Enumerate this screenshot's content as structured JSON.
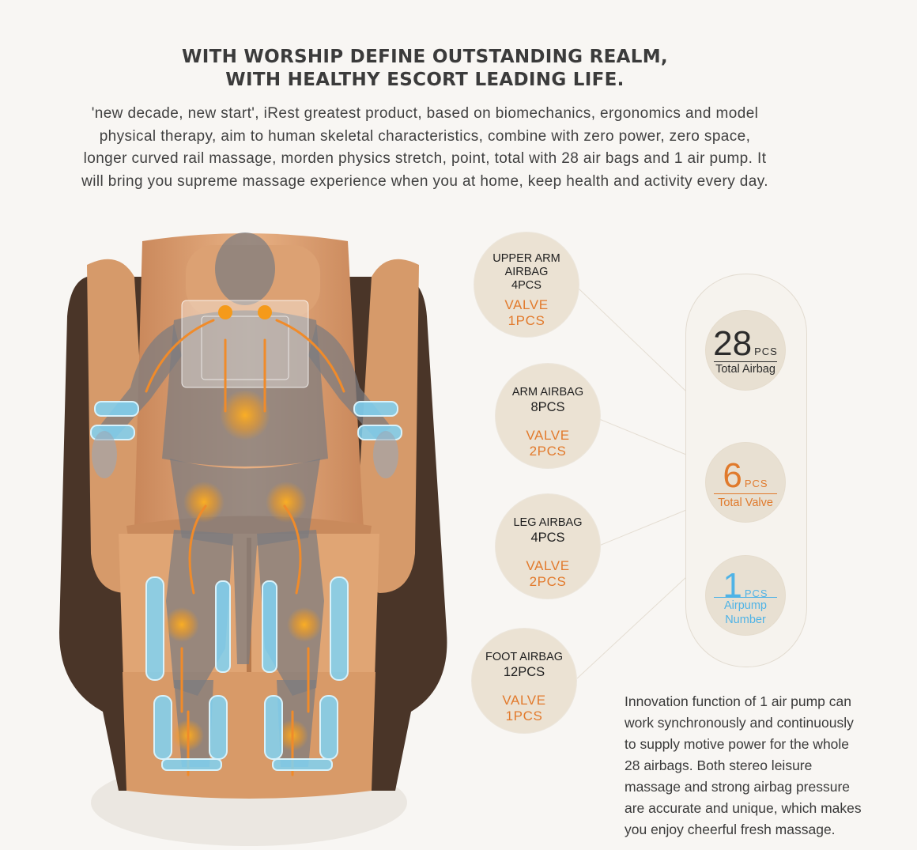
{
  "headline": {
    "line1": "WITH WORSHIP DEFINE OUTSTANDING REALM,",
    "line2": "WITH HEALTHY ESCORT LEADING LIFE."
  },
  "intro": {
    "line1": "'new decade, new start', iRest greatest product, based on biomechanics, ergonomics and model",
    "line2": "physical therapy, aim to human skeletal characteristics, combine with zero power, zero space,",
    "line3": "longer curved rail massage, morden physics stretch, point, total with 28 air bags and 1 air pump. It",
    "line4": "will bring you supreme massage experience when you at home, keep health and activity every day."
  },
  "airbags": [
    {
      "name_line1": "UPPER ARM",
      "name_line2": "AIRBAG",
      "count": "4PCS",
      "valve": "VALVE",
      "valve_count": "1PCS"
    },
    {
      "name_line1": "ARM AIRBAG",
      "name_line2": "",
      "count": "8PCS",
      "valve": "VALVE",
      "valve_count": "2PCS"
    },
    {
      "name_line1": "LEG AIRBAG",
      "name_line2": "",
      "count": "4PCS",
      "valve": "VALVE",
      "valve_count": "2PCS"
    },
    {
      "name_line1": "FOOT AIRBAG",
      "name_line2": "",
      "count": "12PCS",
      "valve": "VALVE",
      "valve_count": "1PCS"
    }
  ],
  "stats": [
    {
      "number": "28",
      "unit": "PCS",
      "label_line1": "Total Airbag",
      "label_line2": "",
      "color": "#2b2b2b"
    },
    {
      "number": "6",
      "unit": "PCS",
      "label_line1": "Total Valve",
      "label_line2": "",
      "color": "#e07a2c"
    },
    {
      "number": "1",
      "unit": "PCS",
      "label_line1": "Airpump",
      "label_line2": "Number",
      "color": "#4fb3e6"
    }
  ],
  "description": {
    "line1": "Innovation function of 1 air pump can",
    "line2": "work synchronously and continuously",
    "line3": "to supply motive power for the whole",
    "line4": "28 airbags. Both stereo leisure",
    "line5": "massage and strong airbag pressure",
    "line6": "are accurate and unique, which makes",
    "line7": "you enjoy cheerful fresh massage."
  },
  "colors": {
    "accent_orange": "#e27a2c",
    "accent_blue": "#4fb3e6",
    "chair_leather": "#e0a574",
    "chair_shell": "#4a3528"
  }
}
